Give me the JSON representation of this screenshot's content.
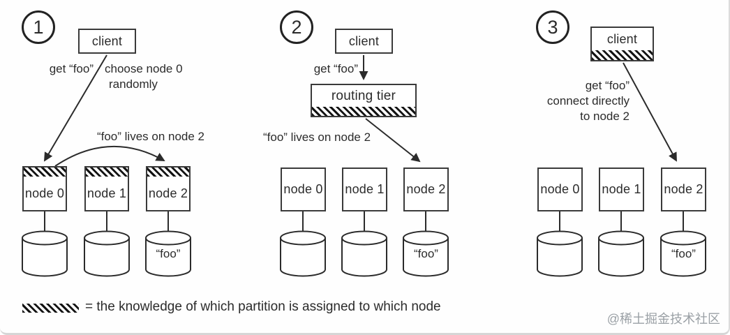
{
  "panels": [
    {
      "badge": "1",
      "client": "client",
      "get_label": "get “foo”",
      "note_lines": [
        "choose node 0",
        "randomly"
      ],
      "arc_label": "“foo” lives on node 2",
      "nodes": [
        "node 0",
        "node 1",
        "node 2"
      ],
      "data_label": "“foo”"
    },
    {
      "badge": "2",
      "client": "client",
      "get_label": "get “foo”",
      "router": "routing tier",
      "lives_label": "“foo” lives on node 2",
      "nodes": [
        "node 0",
        "node 1",
        "node 2"
      ],
      "data_label": "“foo”"
    },
    {
      "badge": "3",
      "client": "client",
      "note_lines": [
        "get “foo”",
        "connect directly",
        "to node 2"
      ],
      "nodes": [
        "node 0",
        "node 1",
        "node 2"
      ],
      "data_label": "“foo”"
    }
  ],
  "legend": {
    "text": "= the knowledge of which partition is assigned to which node"
  },
  "watermark": "@稀土掘金技术社区",
  "colors": {
    "ink": "#2b2b2b",
    "hatch": "#141414",
    "border_gray": "#d6d6d6",
    "watermark_gray": "#9aa0a5"
  }
}
